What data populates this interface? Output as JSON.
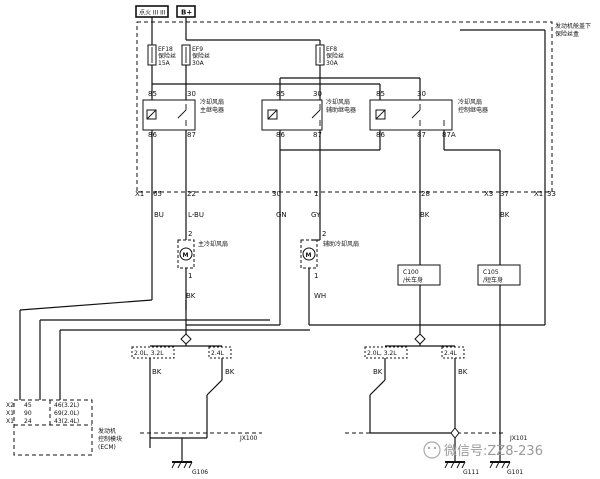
{
  "inputs": {
    "ignition": "点火 III III",
    "battery": "B+"
  },
  "underhood": {
    "label_line1": "发动机舱盖下",
    "label_line2": "保险丝盒"
  },
  "fuses": [
    {
      "id": "EF18",
      "type": "保险丝",
      "rating": "15A"
    },
    {
      "id": "EF9",
      "type": "保险丝",
      "rating": "30A"
    },
    {
      "id": "EF8",
      "type": "保险丝",
      "rating": "30A"
    }
  ],
  "relays": [
    {
      "name_line1": "冷却风扇",
      "name_line2": "主继电器",
      "pins": [
        "85",
        "30",
        "86",
        "87"
      ]
    },
    {
      "name_line1": "冷却风扇",
      "name_line2": "辅助继电器",
      "pins": [
        "85",
        "30",
        "86",
        "87"
      ]
    },
    {
      "name_line1": "冷却风扇",
      "name_line2": "控制继电器",
      "pins": [
        "85",
        "30",
        "86",
        "87",
        "87A"
      ]
    }
  ],
  "connector_pins": {
    "x1_left": "X1",
    "p65": "65",
    "p22": "22",
    "p30": "30",
    "p1": "1",
    "p28": "28",
    "x3": "X3",
    "p37": "37",
    "x1_right": "X1",
    "p33": "33"
  },
  "wires": {
    "bu": "BU",
    "l_bu": "L-BU",
    "gn": "GN",
    "gy": "GY",
    "bk_28": "BK",
    "bk_37": "BK"
  },
  "motors": [
    {
      "label": "主冷却风扇",
      "pin_top": "2",
      "pin_bottom": "1",
      "wire_bottom": "BK"
    },
    {
      "label": "辅助冷却风扇",
      "pin_top": "2",
      "pin_bottom": "1",
      "wire_bottom": "WH"
    }
  ],
  "body_connectors": [
    {
      "id": "C100",
      "desc": "/长车身"
    },
    {
      "id": "C105",
      "desc": "/短车身"
    }
  ],
  "splices_left": [
    "2.0L, 3.2L",
    "2.4L"
  ],
  "splices_right": [
    "2.0L, 3.2L",
    "2.4L"
  ],
  "lower_wires": {
    "left_a": "BK",
    "left_b": "BK",
    "right_a": "BK",
    "right_b": "BK"
  },
  "ecm": {
    "rows": [
      {
        "conn": "X2",
        "pin": "45",
        "alt": "46(3.2L)"
      },
      {
        "conn": "X1",
        "pin": "90",
        "alt": "69(2.0L)"
      },
      {
        "conn": "X1",
        "pin": "24",
        "alt": "43(2.4L)"
      }
    ],
    "name_line1": "发动机",
    "name_line2": "控制模块",
    "name_line3": "(ECM)"
  },
  "junctions": {
    "jx100": "JX100",
    "jx101": "JX101"
  },
  "grounds": {
    "g106": "G106",
    "g111": "G111",
    "g101": "G101"
  },
  "watermark": "微信号:ZZ8-236"
}
